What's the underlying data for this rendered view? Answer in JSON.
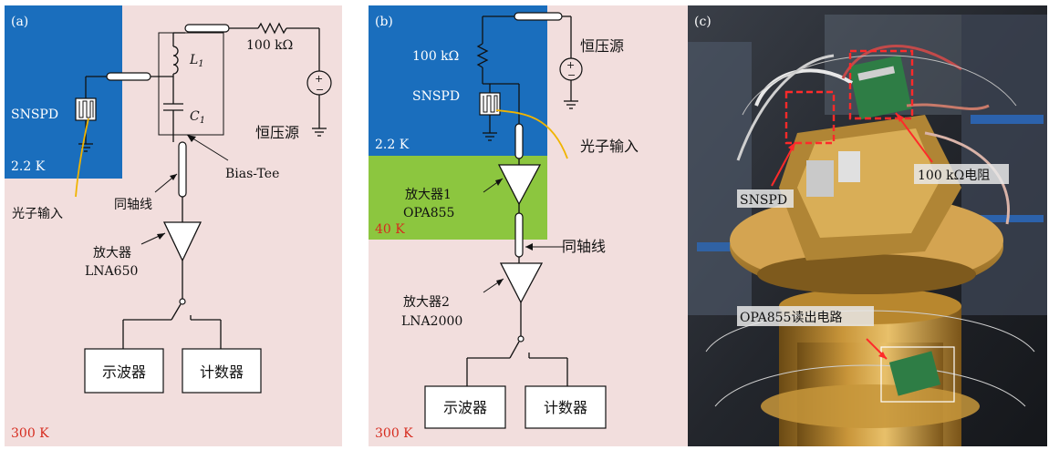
{
  "panel_a": {
    "tag": "(a)",
    "snspd": "SNSPD",
    "temp_cold": "2.2 K",
    "photon_input": "光子输入",
    "coax": "同轴线",
    "inductor_sym": "L",
    "inductor_sub": "1",
    "capacitor_sym": "C",
    "capacitor_sub": "1",
    "resistor": "100 kΩ",
    "voltage_source": "恒压源",
    "bias_tee": "Bias-Tee",
    "amplifier": "放大器",
    "amplifier_model": "LNA650",
    "oscilloscope": "示波器",
    "counter": "计数器",
    "temp_room": "300 K"
  },
  "panel_b": {
    "tag": "(b)",
    "resistor": "100 kΩ",
    "snspd": "SNSPD",
    "voltage_source": "恒压源",
    "temp_cold": "2.2 K",
    "photon_input": "光子输入",
    "amplifier1": "放大器1",
    "amplifier1_model": "OPA855",
    "temp_mid": "40 K",
    "coax": "同轴线",
    "amplifier2": "放大器2",
    "amplifier2_model": "LNA2000",
    "oscilloscope": "示波器",
    "counter": "计数器",
    "temp_room": "300 K"
  },
  "panel_c": {
    "tag": "(c)",
    "resistor_label": "100 kΩ电阻",
    "snspd_label": "SNSPD",
    "readout_label": "OPA855读出电路"
  },
  "colors": {
    "pink_bg": "#f2dedd",
    "blue_region": "#1a6ebd",
    "green_region": "#8cc63f",
    "red_text": "#d62b1e",
    "photon_wire": "#f0b400"
  }
}
